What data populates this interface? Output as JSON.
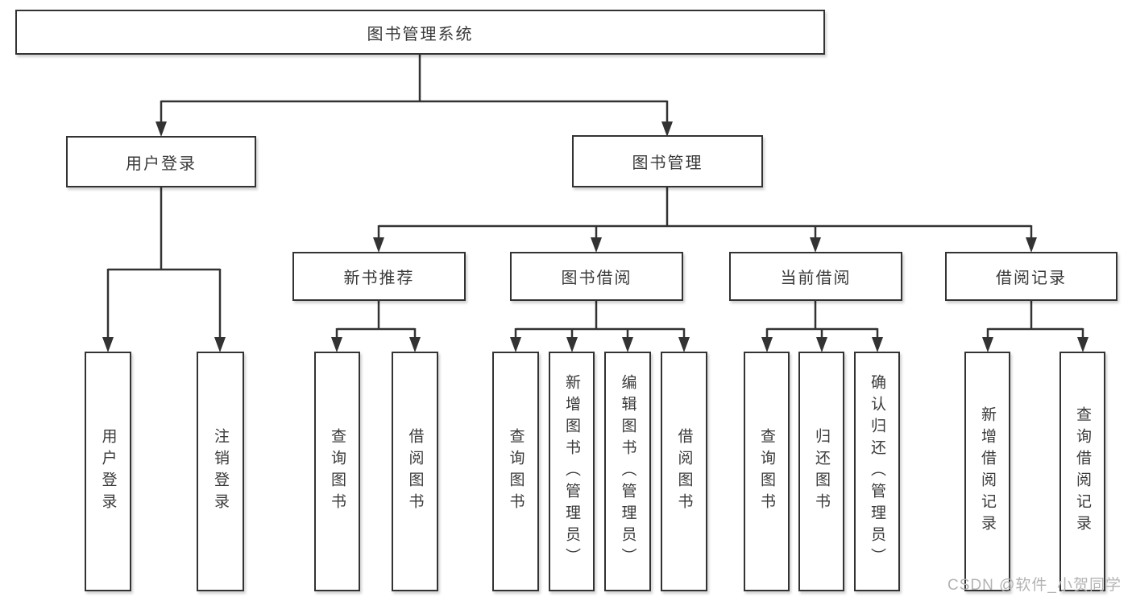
{
  "tree": {
    "label": "图书管理系统",
    "children": [
      {
        "label": "用户登录",
        "children": [
          {
            "label": "用户登录"
          },
          {
            "label": "注销登录"
          }
        ]
      },
      {
        "label": "图书管理",
        "children": [
          {
            "label": "新书推荐",
            "children": [
              {
                "label": "查询图书"
              },
              {
                "label": "借阅图书"
              }
            ]
          },
          {
            "label": "图书借阅",
            "children": [
              {
                "label": "查询图书"
              },
              {
                "label": "新增图书（管理员）"
              },
              {
                "label": "编辑图书（管理员）"
              },
              {
                "label": "借阅图书"
              }
            ]
          },
          {
            "label": "当前借阅",
            "children": [
              {
                "label": "查询图书"
              },
              {
                "label": "归还图书"
              },
              {
                "label": "确认归还（管理员）"
              }
            ]
          },
          {
            "label": "借阅记录",
            "children": [
              {
                "label": "新增借阅记录"
              },
              {
                "label": "查询借阅记录"
              }
            ]
          }
        ]
      }
    ]
  },
  "watermark": "CSDN @软件_小贺同学",
  "colors": {
    "line": "#333333",
    "box_border": "#333333",
    "box_fill": "#ffffff",
    "text": "#3a3a3a",
    "watermark": "#b3b3b3"
  }
}
